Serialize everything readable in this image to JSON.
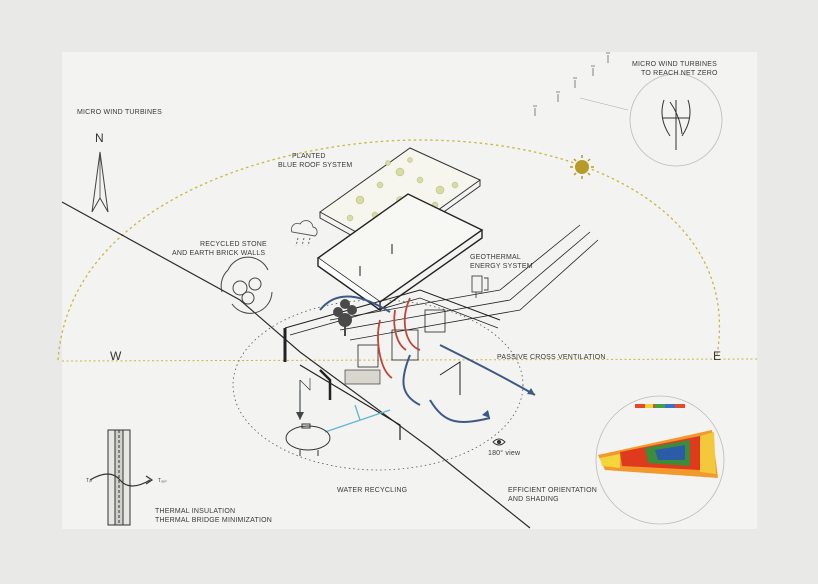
{
  "compass": {
    "north": "N",
    "west": "W",
    "east": "E"
  },
  "labels": {
    "micro_wind_left": "MICRO WIND TURBINES",
    "micro_wind_right_1": "MICRO WIND TURBINES",
    "micro_wind_right_2": "TO REACH NET ZERO",
    "roof_1": "PLANTED",
    "roof_2": "BLUE ROOF SYSTEM",
    "walls_1": "RECYCLED STONE",
    "walls_2": "AND EARTH BRICK WALLS",
    "geo_1": "GEOTHERMAL",
    "geo_2": "ENERGY SYSTEM",
    "ventilation": "PASSIVE CROSS VENTILATION",
    "view": "180° view",
    "water": "WATER RECYCLING",
    "orientation_1": "EFFICIENT ORIENTATION",
    "orientation_2": "AND SHADING",
    "thermal_1": "THERMAL INSULATION",
    "thermal_2": "THERMAL BRIDGE MINIMIZATION",
    "t_in": "Tᵢₙ",
    "t_out": "Tₒᵤₜ"
  },
  "colors": {
    "sun": "#b79a2a",
    "sun_path": "#c9b640",
    "airflow": "#3d5a86",
    "heat": "#c0463a",
    "water": "#5fb6d6"
  },
  "icons": [
    "north-arrow-icon",
    "wind-turbine-icon",
    "sun-icon",
    "cloud-rain-icon",
    "recycle-stones-icon",
    "geothermal-icon",
    "eye-icon",
    "water-tank-icon"
  ]
}
